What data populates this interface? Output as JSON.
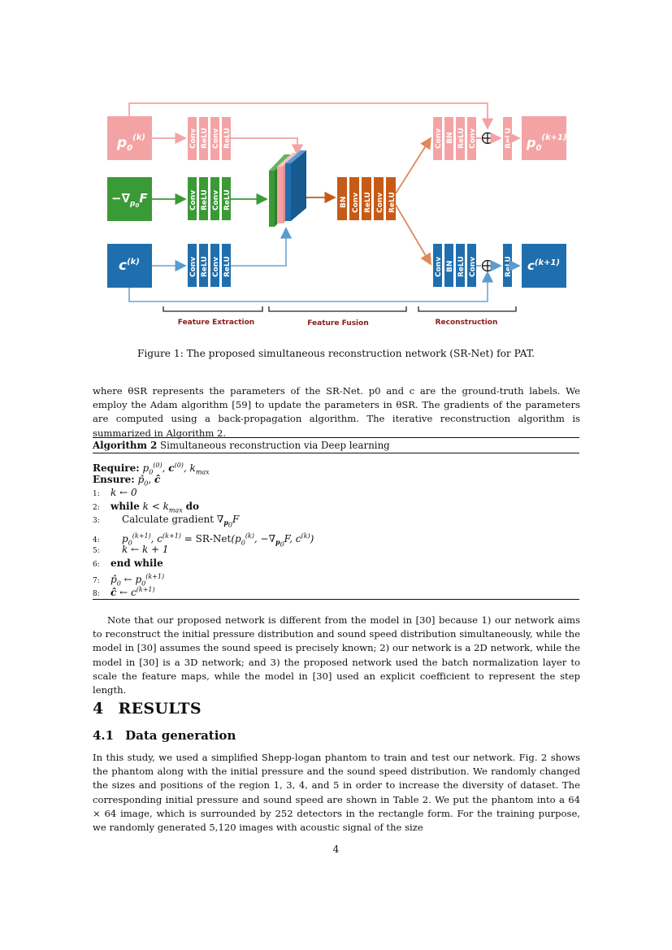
{
  "figure": {
    "caption": "Figure 1: The proposed simultaneous reconstruction network (SR-Net) for PAT.",
    "inputs": {
      "p0": "p",
      "p0_sub": "0",
      "p0_sup": "(k)",
      "grad": "−∇",
      "grad_sub": "p",
      "grad_subsub": "0",
      "grad_tail": "F",
      "c": "c",
      "c_sup": "(k)"
    },
    "outputs": {
      "p0": "p",
      "p0_sub": "0",
      "p0_sup": "(k+1)",
      "c": "c",
      "c_sup": "(k+1)"
    },
    "blocks": {
      "extraction": [
        "Conv",
        "ReLU",
        "Conv",
        "ReLU"
      ],
      "fusion": [
        "BN",
        "Conv",
        "ReLU",
        "Conv",
        "ReLU"
      ],
      "recon_top": [
        "Conv",
        "BN",
        "ReLU",
        "Conv"
      ],
      "recon_bottom": [
        "Conv",
        "BN",
        "ReLU",
        "Conv"
      ],
      "relu": "ReLU",
      "sum_symbol": "⊕"
    },
    "stage_labels": [
      "Feature Extraction",
      "Feature Fusion",
      "Reconstruction"
    ],
    "colors": {
      "pink": "#f4a3a5",
      "green": "#3a9a35",
      "blue": "#1f6fae",
      "orange": "#c65a17",
      "stage_label": "#8b1a1a"
    }
  },
  "para1": "where θSR represents the parameters of the SR-Net. p0 and c are the ground-truth labels. We employ the Adam algorithm [59] to update the parameters in θSR. The gradients of the parameters are computed using a back-propagation algorithm. The iterative reconstruction algorithm is summarized in Algorithm 2.",
  "algorithm": {
    "label": "Algorithm 2",
    "title": "Simultaneous reconstruction via Deep learning",
    "require_kw": "Require:",
    "ensure_kw": "Ensure:",
    "lines": [
      {
        "num": "1:",
        "text": "k ← 0"
      },
      {
        "num": "2:",
        "kw": "while",
        "text": "k < kmax",
        "kw2": "do"
      },
      {
        "num": "3:",
        "text": "Calculate gradient ∇p0 F"
      },
      {
        "num": "4:",
        "text": "p0(k+1), c(k+1) = SR-Net(p0(k), −∇p0F, c(k))"
      },
      {
        "num": "5:",
        "text": "k ← k + 1"
      },
      {
        "num": "6:",
        "kw": "end while"
      },
      {
        "num": "7:",
        "text": "p̂0 ← p0(k+1)"
      },
      {
        "num": "8:",
        "text": "ĉ ← c(k+1)"
      }
    ]
  },
  "para2": "Note that our proposed network is different from the model in [30] because 1) our network aims to reconstruct the initial pressure distribution and sound speed distribution simultaneously, while the model in [30] assumes the sound speed is precisely known; 2) our network is a 2D network, while the model in [30] is a 3D network; and 3) the proposed network used the batch normalization layer to scale the feature maps, while the model in [30] used an explicit coefficient to represent the step length.",
  "section": {
    "number": "4",
    "title": "RESULTS"
  },
  "subsection": {
    "number": "4.1",
    "title": "Data generation"
  },
  "para3": "In this study, we used a simplified Shepp-logan phantom to train and test our network. Fig. 2 shows the phantom along with the initial pressure and the sound speed distribution. We randomly changed the sizes and positions of the region 1, 3, 4, and 5 in order to increase the diversity of dataset. The corresponding initial pressure and sound speed are shown in Table 2. We put the phantom into a 64 × 64 image, which is surrounded by 252 detectors in the rectangle form. For the training purpose, we randomly generated 5,120 images with acoustic signal of the size",
  "page_number": "4"
}
